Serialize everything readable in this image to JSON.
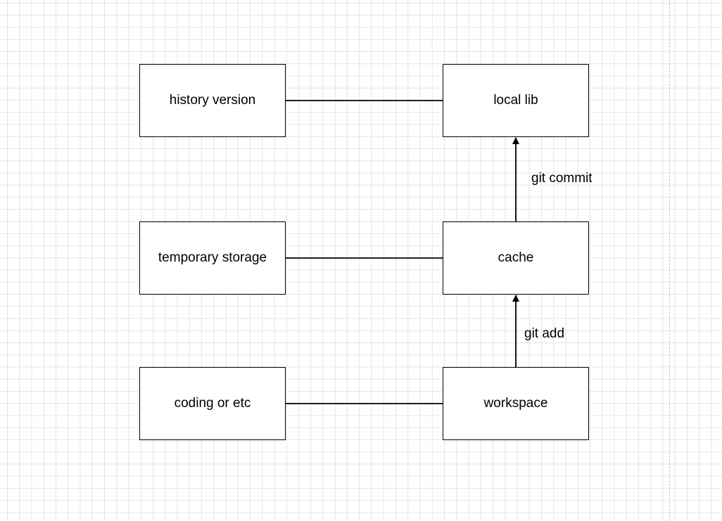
{
  "diagram": {
    "nodes": {
      "history_version": "history version",
      "local_lib": "local lib",
      "temporary_storage": "temporary storage",
      "cache": "cache",
      "coding_or_etc": "coding or etc",
      "workspace": "workspace"
    },
    "edge_labels": {
      "git_commit": "git commit",
      "git_add": "git add"
    },
    "colors": {
      "stroke": "#000000",
      "grid": "#e4e4e4",
      "background": "#ffffff"
    }
  }
}
